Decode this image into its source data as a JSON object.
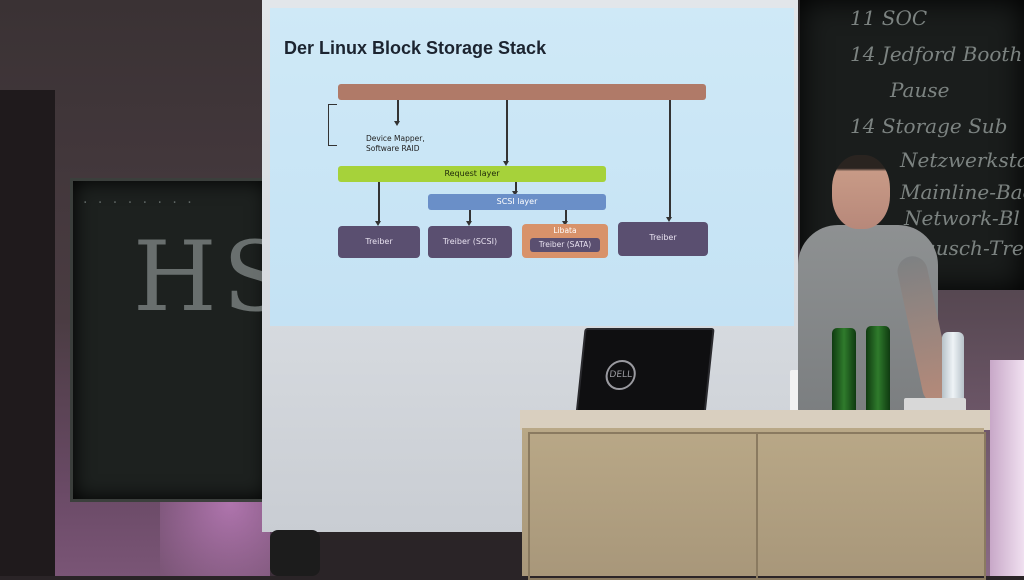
{
  "slide": {
    "title": "Der Linux Block Storage Stack",
    "top_bar_label": "",
    "device_mapper_note": "Device Mapper,\nSoftware RAID",
    "request_layer": "Request layer",
    "scsi_layer": "SCSI layer",
    "boxes": [
      {
        "label": "Treiber"
      },
      {
        "label": "Treiber (SCSI)"
      },
      {
        "title": "Libata",
        "label": "Treiber (SATA)"
      },
      {
        "label": "Treiber"
      }
    ],
    "colors": {
      "top_bar": "#b07a68",
      "request_layer": "#a6d23a",
      "scsi_layer": "#6a8fc8",
      "driver_box": "#5a4f70",
      "libata_box": "#d8926a"
    }
  },
  "chalkboard_left": {
    "text": "HS"
  },
  "chalkboard_right": {
    "lines": [
      "11 SOC",
      "14 Jedford Booth",
      "Pause",
      "14 Storage Sub",
      "Netzwerkstack",
      "Mainline-Bac",
      "Network-Bl",
      "Tausch-Tre"
    ]
  },
  "laptop": {
    "logo_icon": "dell-logo-icon"
  }
}
